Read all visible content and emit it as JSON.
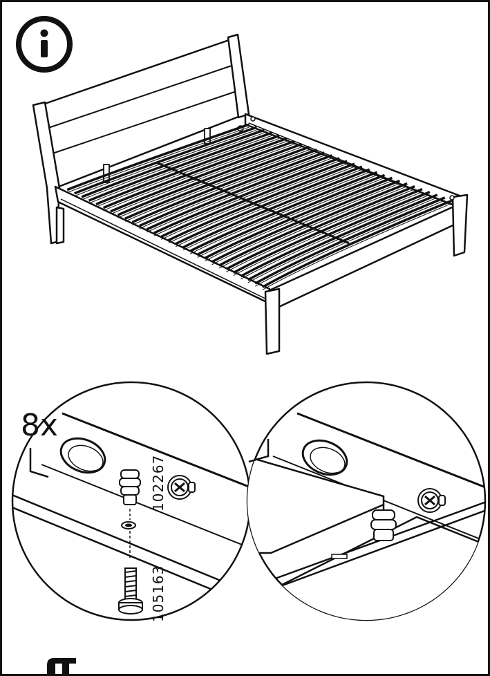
{
  "info_icon": "info-icon",
  "bed_icon": "bed-frame-illustration",
  "quantity": "8x",
  "part_numbers": {
    "cap": "102267",
    "bolt": "105163"
  },
  "colors": {
    "stroke": "#111111",
    "background": "#ffffff"
  }
}
